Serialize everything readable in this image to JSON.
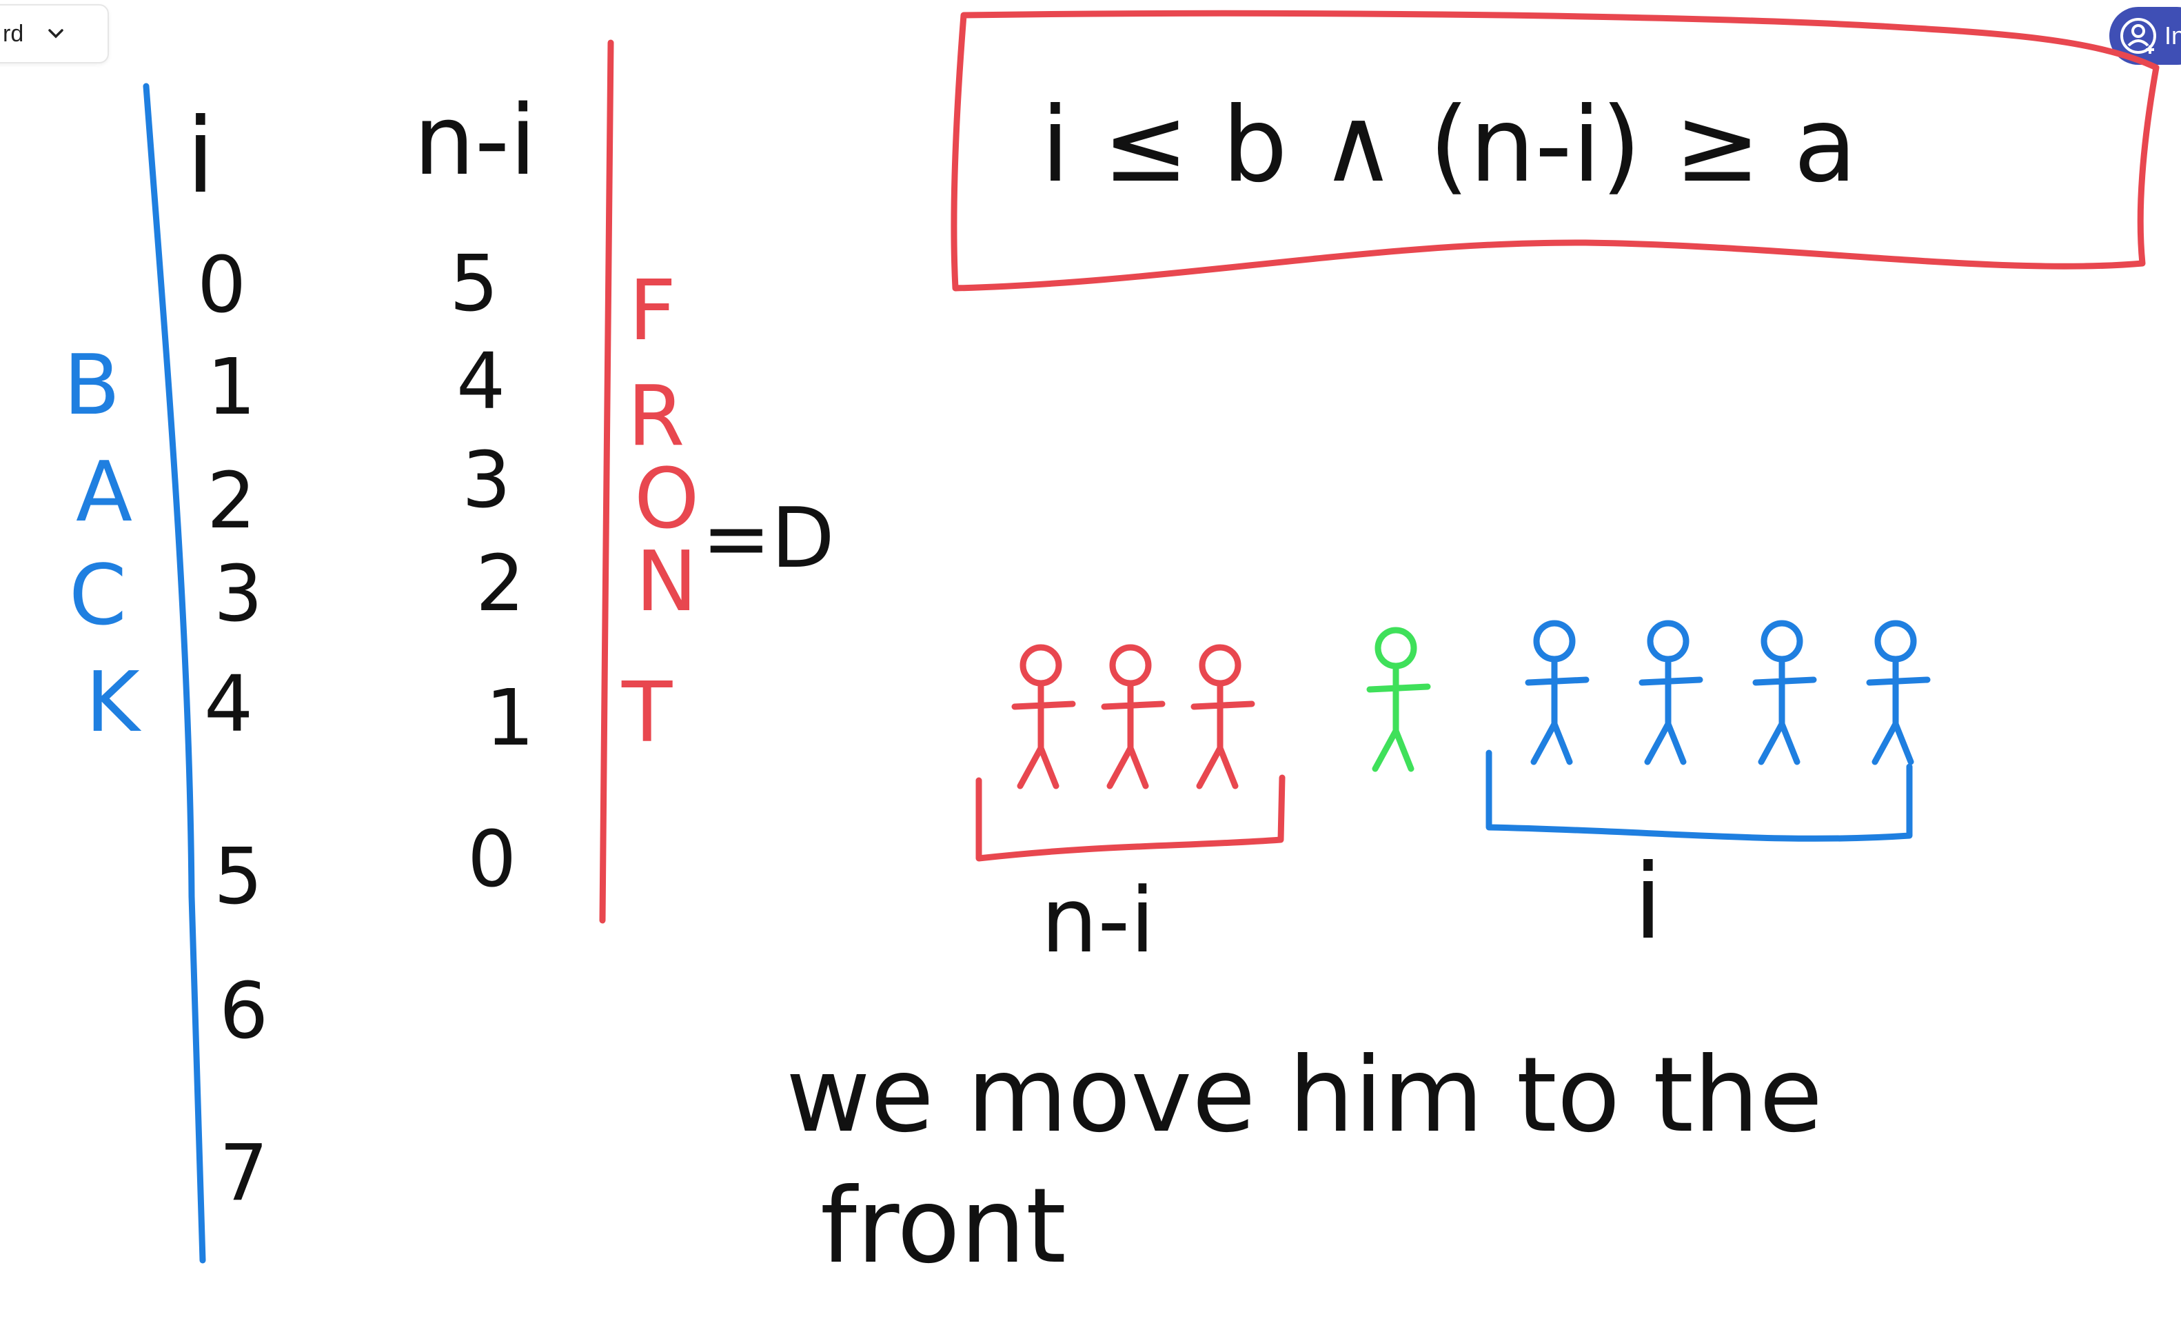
{
  "app": {
    "toolbar": {
      "board_label_fragment": "rd",
      "board_menu_icon": "chevron-down-icon"
    },
    "invite_button": {
      "label_fragment": "In",
      "icon": "add-person-icon",
      "color": "#3f4fb5"
    }
  },
  "colors": {
    "black": "#111111",
    "red": "#e8474f",
    "blue": "#1f7fe0",
    "green": "#3fe05a"
  },
  "table": {
    "col_i_header": "i",
    "col_n_minus_i_header": "n-i",
    "i_values": [
      "0",
      "1",
      "2",
      "3",
      "4",
      "5",
      "6",
      "7"
    ],
    "n_minus_i_values": [
      "5",
      "4",
      "3",
      "2",
      "1",
      "0"
    ],
    "back_letters": [
      "B",
      "A",
      "C",
      "K"
    ],
    "front_letters": [
      "F",
      "R",
      "O",
      "N",
      "T"
    ]
  },
  "implies": "=D",
  "condition": {
    "text": "i ≤ b  ∧  (n-i) ≥ a"
  },
  "people": {
    "red_count": 3,
    "green_count": 1,
    "blue_count": 4,
    "red_label": "n-i",
    "blue_label": "i"
  },
  "note": {
    "line1": "we move him to the",
    "line2": "front"
  }
}
